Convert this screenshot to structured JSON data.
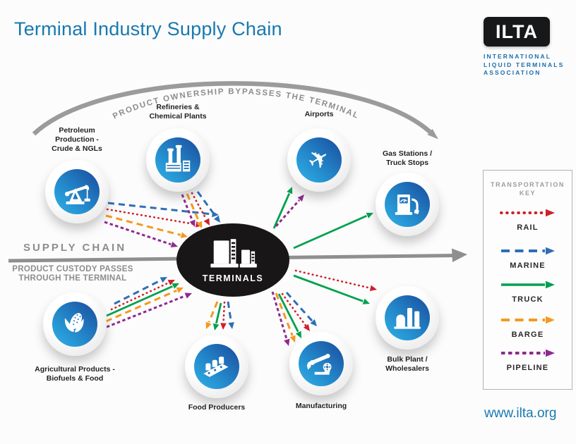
{
  "title": "Terminal Industry Supply Chain",
  "logo": {
    "acronym": "ILTA",
    "org_lines": [
      "INTERNATIONAL",
      "LIQUID TERMINALS",
      "ASSOCIATION"
    ]
  },
  "bypass_label": "PRODUCT OWNERSHIP BYPASSES THE TERMINAL",
  "supply_chain": {
    "heading": "SUPPLY CHAIN",
    "sub_line1": "PRODUCT CUSTODY PASSES",
    "sub_line2": "THROUGH THE TERMINAL"
  },
  "terminal": {
    "label": "TERMINALS",
    "icon": "storage-tanks-icon"
  },
  "nodes": {
    "petroleum": {
      "lines": [
        "Petroleum",
        "Production -",
        "Crude & NGLs"
      ],
      "icon": "oil-pumpjack-icon"
    },
    "refineries": {
      "lines": [
        "Refineries &",
        "Chemical Plants"
      ],
      "icon": "factory-icon"
    },
    "airports": {
      "lines": [
        "Airports"
      ],
      "icon": "airplane-icon"
    },
    "gas": {
      "lines": [
        "Gas Stations /",
        "Truck Stops"
      ],
      "icon": "fuel-pump-icon"
    },
    "bulk": {
      "lines": [
        "Bulk Plant /",
        "Wholesalers"
      ],
      "icon": "bulk-tanks-icon"
    },
    "manufacturing": {
      "lines": [
        "Manufacturing"
      ],
      "icon": "robotic-arm-icon"
    },
    "food": {
      "lines": [
        "Food Producers"
      ],
      "icon": "conveyor-cans-icon"
    },
    "agricultural": {
      "lines": [
        "Agricultural Products -",
        "Biofuels & Food"
      ],
      "icon": "corn-icon"
    }
  },
  "legend": {
    "title_line1": "TRANSPORTATION",
    "title_line2": "KEY",
    "items": [
      {
        "id": "rail",
        "label": "RAIL",
        "color": "#ce202c",
        "style": "dotted"
      },
      {
        "id": "marine",
        "label": "MARINE",
        "color": "#2e6eb6",
        "style": "long-dash"
      },
      {
        "id": "truck",
        "label": "TRUCK",
        "color": "#00a04f",
        "style": "solid"
      },
      {
        "id": "barge",
        "label": "BARGE",
        "color": "#f6981e",
        "style": "long-dash"
      },
      {
        "id": "pipeline",
        "label": "PIPELINE",
        "color": "#8e2a8f",
        "style": "short-dash"
      }
    ]
  },
  "flows": [
    {
      "from": "Petroleum Production - Crude & NGLs",
      "to": "Terminals",
      "modes": [
        "MARINE",
        "RAIL",
        "BARGE",
        "PIPELINE"
      ]
    },
    {
      "from": "Refineries & Chemical Plants",
      "to": "Terminals",
      "modes": [
        "PIPELINE",
        "BARGE",
        "RAIL",
        "MARINE"
      ]
    },
    {
      "from": "Agricultural Products - Biofuels & Food",
      "to": "Terminals",
      "modes": [
        "MARINE",
        "RAIL",
        "TRUCK",
        "BARGE",
        "PIPELINE"
      ]
    },
    {
      "from": "Terminals",
      "to": "Airports",
      "modes": [
        "TRUCK",
        "PIPELINE"
      ]
    },
    {
      "from": "Terminals",
      "to": "Gas Stations / Truck Stops",
      "modes": [
        "TRUCK"
      ]
    },
    {
      "from": "Terminals",
      "to": "Bulk Plant / Wholesalers",
      "modes": [
        "RAIL",
        "TRUCK"
      ]
    },
    {
      "from": "Terminals",
      "to": "Manufacturing",
      "modes": [
        "PIPELINE",
        "BARGE",
        "TRUCK",
        "RAIL",
        "MARINE"
      ]
    },
    {
      "from": "Terminals",
      "to": "Food Producers",
      "modes": [
        "BARGE",
        "TRUCK",
        "RAIL",
        "MARINE"
      ]
    }
  ],
  "website": "www.ilta.org",
  "colors": {
    "title_blue": "#1879b0",
    "org_blue": "#1a6dad",
    "gray_arrow": "#8f8f8f",
    "arc_gray": "#9b9b9b",
    "label_dark": "#231f20",
    "terminal_black": "#191617",
    "circle_blue_dark": "#1b4fa0",
    "circle_blue_light": "#2fb2e8"
  }
}
